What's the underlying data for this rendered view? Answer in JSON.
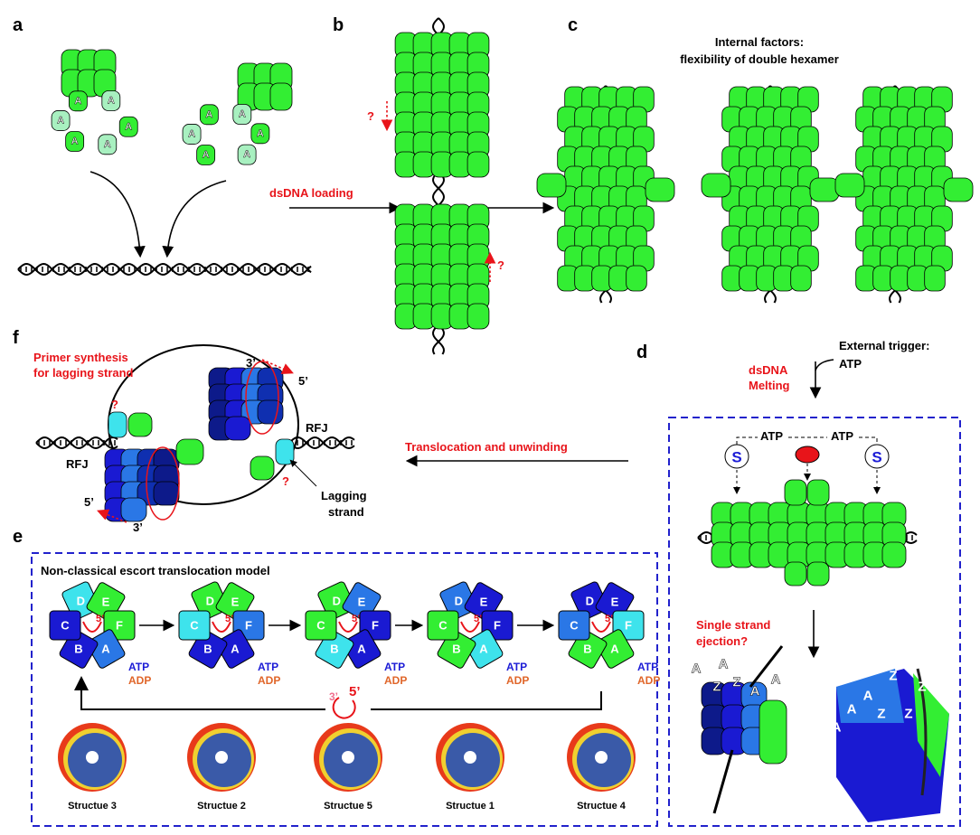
{
  "colors": {
    "green": "#33ee33",
    "light_green": "#a8f0c0",
    "cyan": "#3ee3ec",
    "mid_blue": "#2a77e6",
    "dark_blue": "#1a1ad2",
    "navy": "#0d1a8a",
    "red": "#e8141a",
    "orange": "#e0662a",
    "box_border": "#2222cc"
  },
  "panels": {
    "a": "a",
    "b": "b",
    "c": "c",
    "d": "d",
    "e": "e",
    "f": "f"
  },
  "panel_a": {
    "subunit_label": "A"
  },
  "panel_b": {
    "loading_label": "dsDNA loading",
    "question_top": "?",
    "question_bottom": "?"
  },
  "panel_c": {
    "title_line1": "Internal factors:",
    "title_line2": "flexibility of double hexamer"
  },
  "panel_f": {
    "primer_line1": "Primer synthesis",
    "primer_line2": "for lagging strand",
    "top_3": "3’",
    "top_5": "5’",
    "bottom_5": "5’",
    "bottom_3": "3’",
    "rfj_right": "RFJ",
    "rfj_left": "RFJ",
    "question_left": "?",
    "question_right": "?",
    "lagging_line1": "Lagging",
    "lagging_line2": "strand"
  },
  "translocation_label": "Translocation and unwinding",
  "panel_d": {
    "trigger_line1": "External trigger:",
    "trigger_line2": "ATP",
    "melting_line1": "dsDNA",
    "melting_line2": "Melting",
    "atp_left": "ATP",
    "atp_right": "ATP",
    "s_left": "S",
    "s_right": "S",
    "ejection_line1": "Single strand",
    "ejection_line2": "ejection?",
    "left_model_labels": [
      "A",
      "Z",
      "Z",
      "A",
      "A",
      "A"
    ],
    "right_model_labels": [
      "Z",
      "A",
      "Z",
      "A",
      "A",
      "Z",
      "Z"
    ]
  },
  "panel_e": {
    "title": "Non-classical escort translocation model",
    "loop_3": "3’",
    "loop_5": "5’",
    "rings": [
      {
        "five_prime": "5’",
        "subunits": [
          {
            "label": "D",
            "color": "cyan"
          },
          {
            "label": "E",
            "color": "green"
          },
          {
            "label": "F",
            "color": "green"
          },
          {
            "label": "A",
            "color": "mid_blue"
          },
          {
            "label": "B",
            "color": "dark_blue"
          },
          {
            "label": "C",
            "color": "dark_blue"
          }
        ],
        "atp": "ATP",
        "adp": "ADP"
      },
      {
        "five_prime": "5’",
        "subunits": [
          {
            "label": "D",
            "color": "green"
          },
          {
            "label": "E",
            "color": "green"
          },
          {
            "label": "F",
            "color": "mid_blue"
          },
          {
            "label": "A",
            "color": "dark_blue"
          },
          {
            "label": "B",
            "color": "dark_blue"
          },
          {
            "label": "C",
            "color": "cyan"
          }
        ],
        "atp": "ATP",
        "adp": "ADP"
      },
      {
        "five_prime": "5’",
        "subunits": [
          {
            "label": "D",
            "color": "green"
          },
          {
            "label": "E",
            "color": "mid_blue"
          },
          {
            "label": "F",
            "color": "dark_blue"
          },
          {
            "label": "A",
            "color": "dark_blue"
          },
          {
            "label": "B",
            "color": "cyan"
          },
          {
            "label": "C",
            "color": "green"
          }
        ],
        "atp": "ATP",
        "adp": "ADP"
      },
      {
        "five_prime": "5’",
        "subunits": [
          {
            "label": "D",
            "color": "mid_blue"
          },
          {
            "label": "E",
            "color": "dark_blue"
          },
          {
            "label": "F",
            "color": "dark_blue"
          },
          {
            "label": "A",
            "color": "cyan"
          },
          {
            "label": "B",
            "color": "green"
          },
          {
            "label": "C",
            "color": "green"
          }
        ],
        "atp": "ATP",
        "adp": "ADP"
      },
      {
        "five_prime": "5’",
        "subunits": [
          {
            "label": "D",
            "color": "dark_blue"
          },
          {
            "label": "E",
            "color": "dark_blue"
          },
          {
            "label": "F",
            "color": "cyan"
          },
          {
            "label": "A",
            "color": "green"
          },
          {
            "label": "B",
            "color": "green"
          },
          {
            "label": "C",
            "color": "mid_blue"
          }
        ],
        "atp": "ATP",
        "adp": "ADP"
      }
    ],
    "structures": [
      "Structue 3",
      "Structue 2",
      "Structue 5",
      "Structue 1",
      "Structue 4"
    ]
  }
}
